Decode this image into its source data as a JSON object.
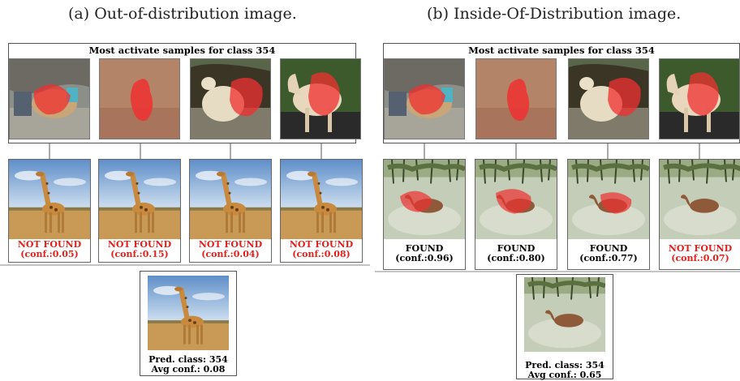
{
  "captions": {
    "left": "(a) Out-of-distribution image.",
    "right": "(b) Inside-Of-Distribution image."
  },
  "panels": [
    {
      "header_title": "Most activate samples for class 354",
      "tests": [
        {
          "status": "NOT FOUND",
          "conf": "(conf.:0.05)",
          "found": false
        },
        {
          "status": "NOT FOUND",
          "conf": "(conf.:0.15)",
          "found": false
        },
        {
          "status": "NOT FOUND",
          "conf": "(conf.:0.04)",
          "found": false
        },
        {
          "status": "NOT FOUND",
          "conf": "(conf.:0.08)",
          "found": false
        }
      ],
      "pred_class": "Pred. class: 354",
      "avg_conf": "Avg conf.: 0.08",
      "test_image": "giraffe"
    },
    {
      "header_title": "Most activate samples for class 354",
      "tests": [
        {
          "status": "FOUND",
          "conf": "(conf.:0.96)",
          "found": true
        },
        {
          "status": "FOUND",
          "conf": "(conf.:0.80)",
          "found": true
        },
        {
          "status": "FOUND",
          "conf": "(conf.:0.77)",
          "found": true
        },
        {
          "status": "NOT FOUND",
          "conf": "(conf.:0.07)",
          "found": false
        }
      ],
      "pred_class": "Pred. class: 354",
      "avg_conf": "Avg conf.: 0.65",
      "test_image": "camel"
    }
  ],
  "colors": {
    "not_found": "#e0211b",
    "found": "#000000",
    "heatmap": "#f03030"
  }
}
